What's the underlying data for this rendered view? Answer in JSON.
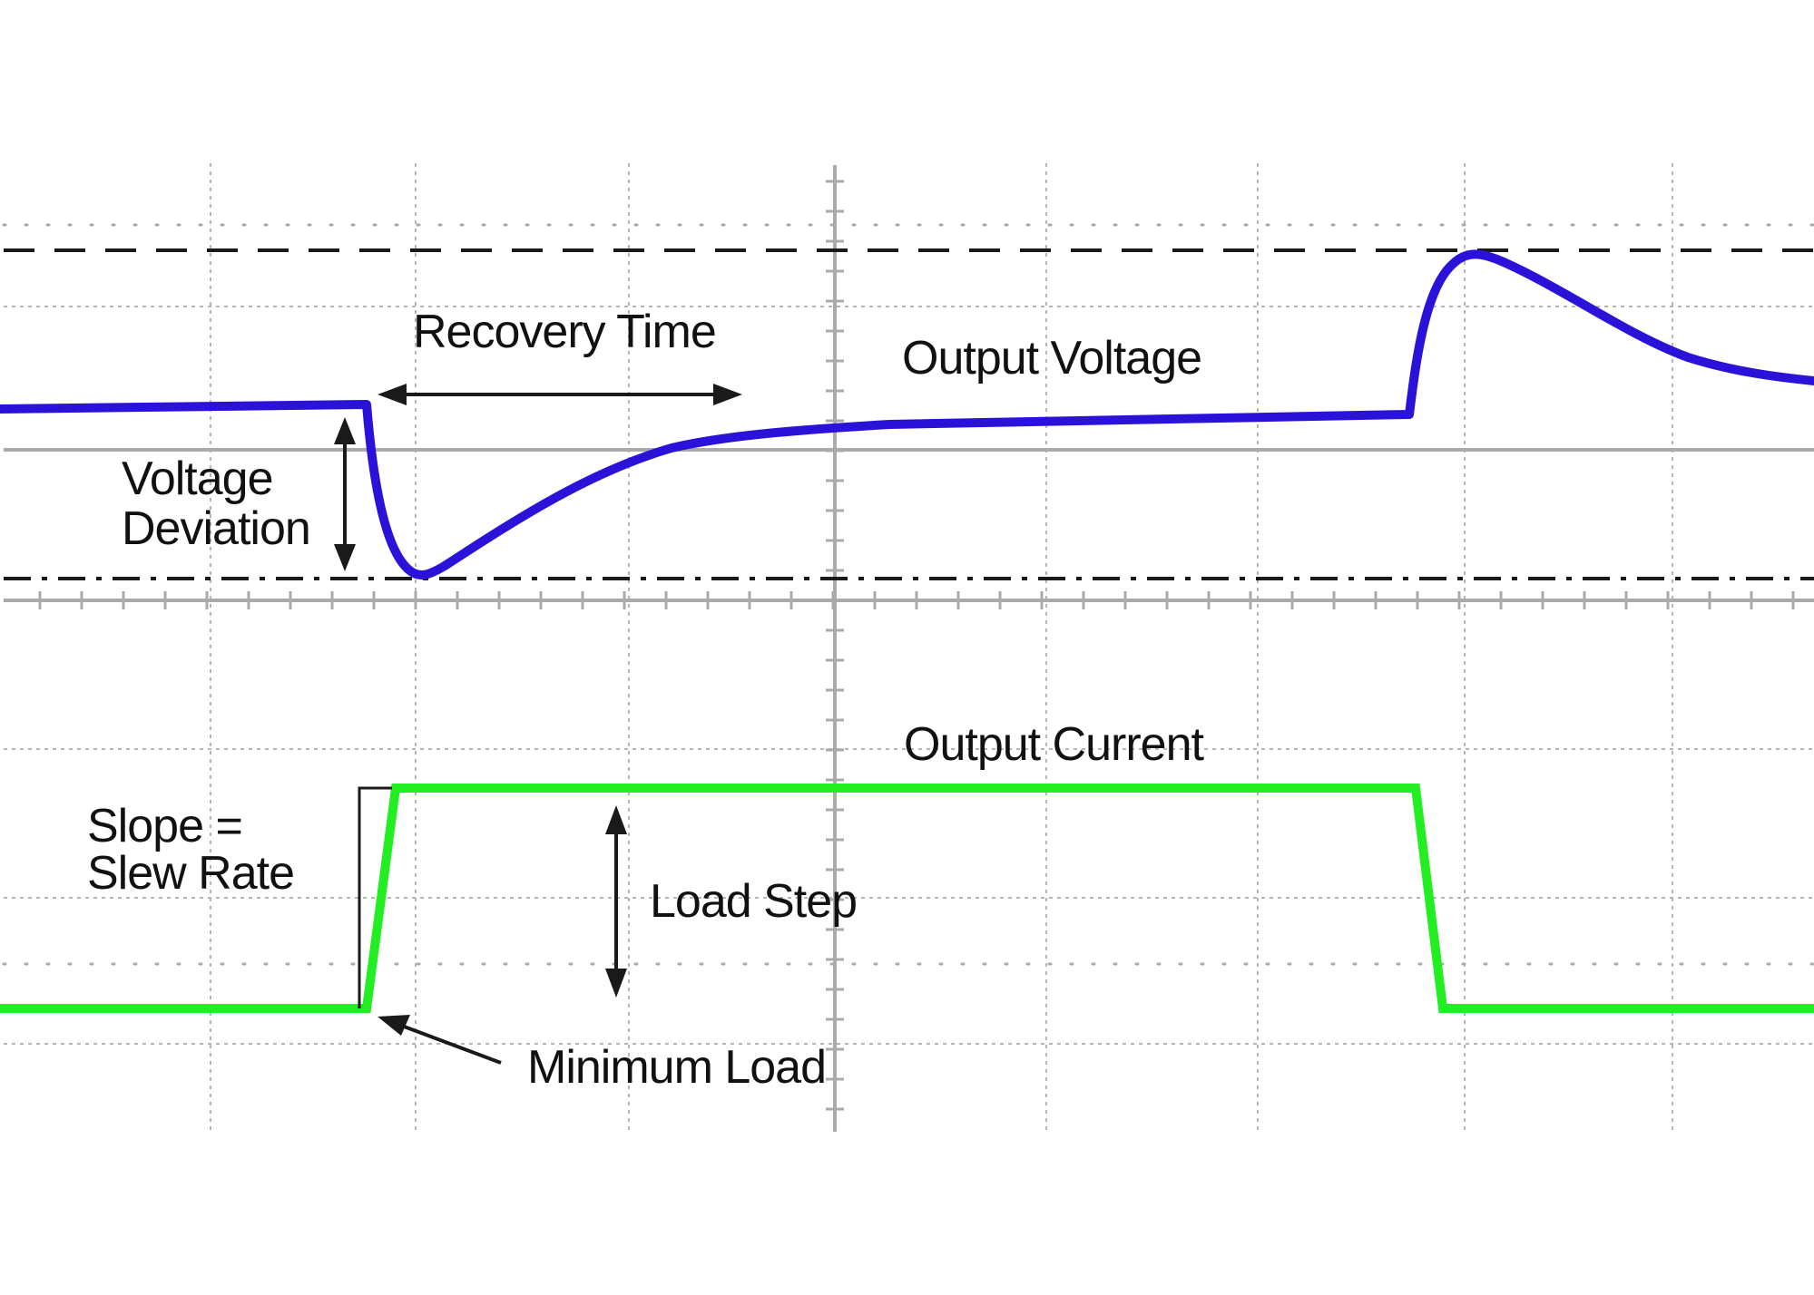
{
  "labels": {
    "recovery_time": "Recovery Time",
    "output_voltage": "Output Voltage",
    "voltage_deviation_line1": "Voltage",
    "voltage_deviation_line2": "Deviation",
    "output_current": "Output Current",
    "slope_line1": "Slope =",
    "slope_line2": "Slew Rate",
    "load_step": "Load Step",
    "minimum_load": "Minimum Load"
  },
  "colors": {
    "voltage_trace": "#2b12d8",
    "current_trace": "#22ee22",
    "grid": "#b5b5b5",
    "annotation": "#1a1a1a"
  }
}
